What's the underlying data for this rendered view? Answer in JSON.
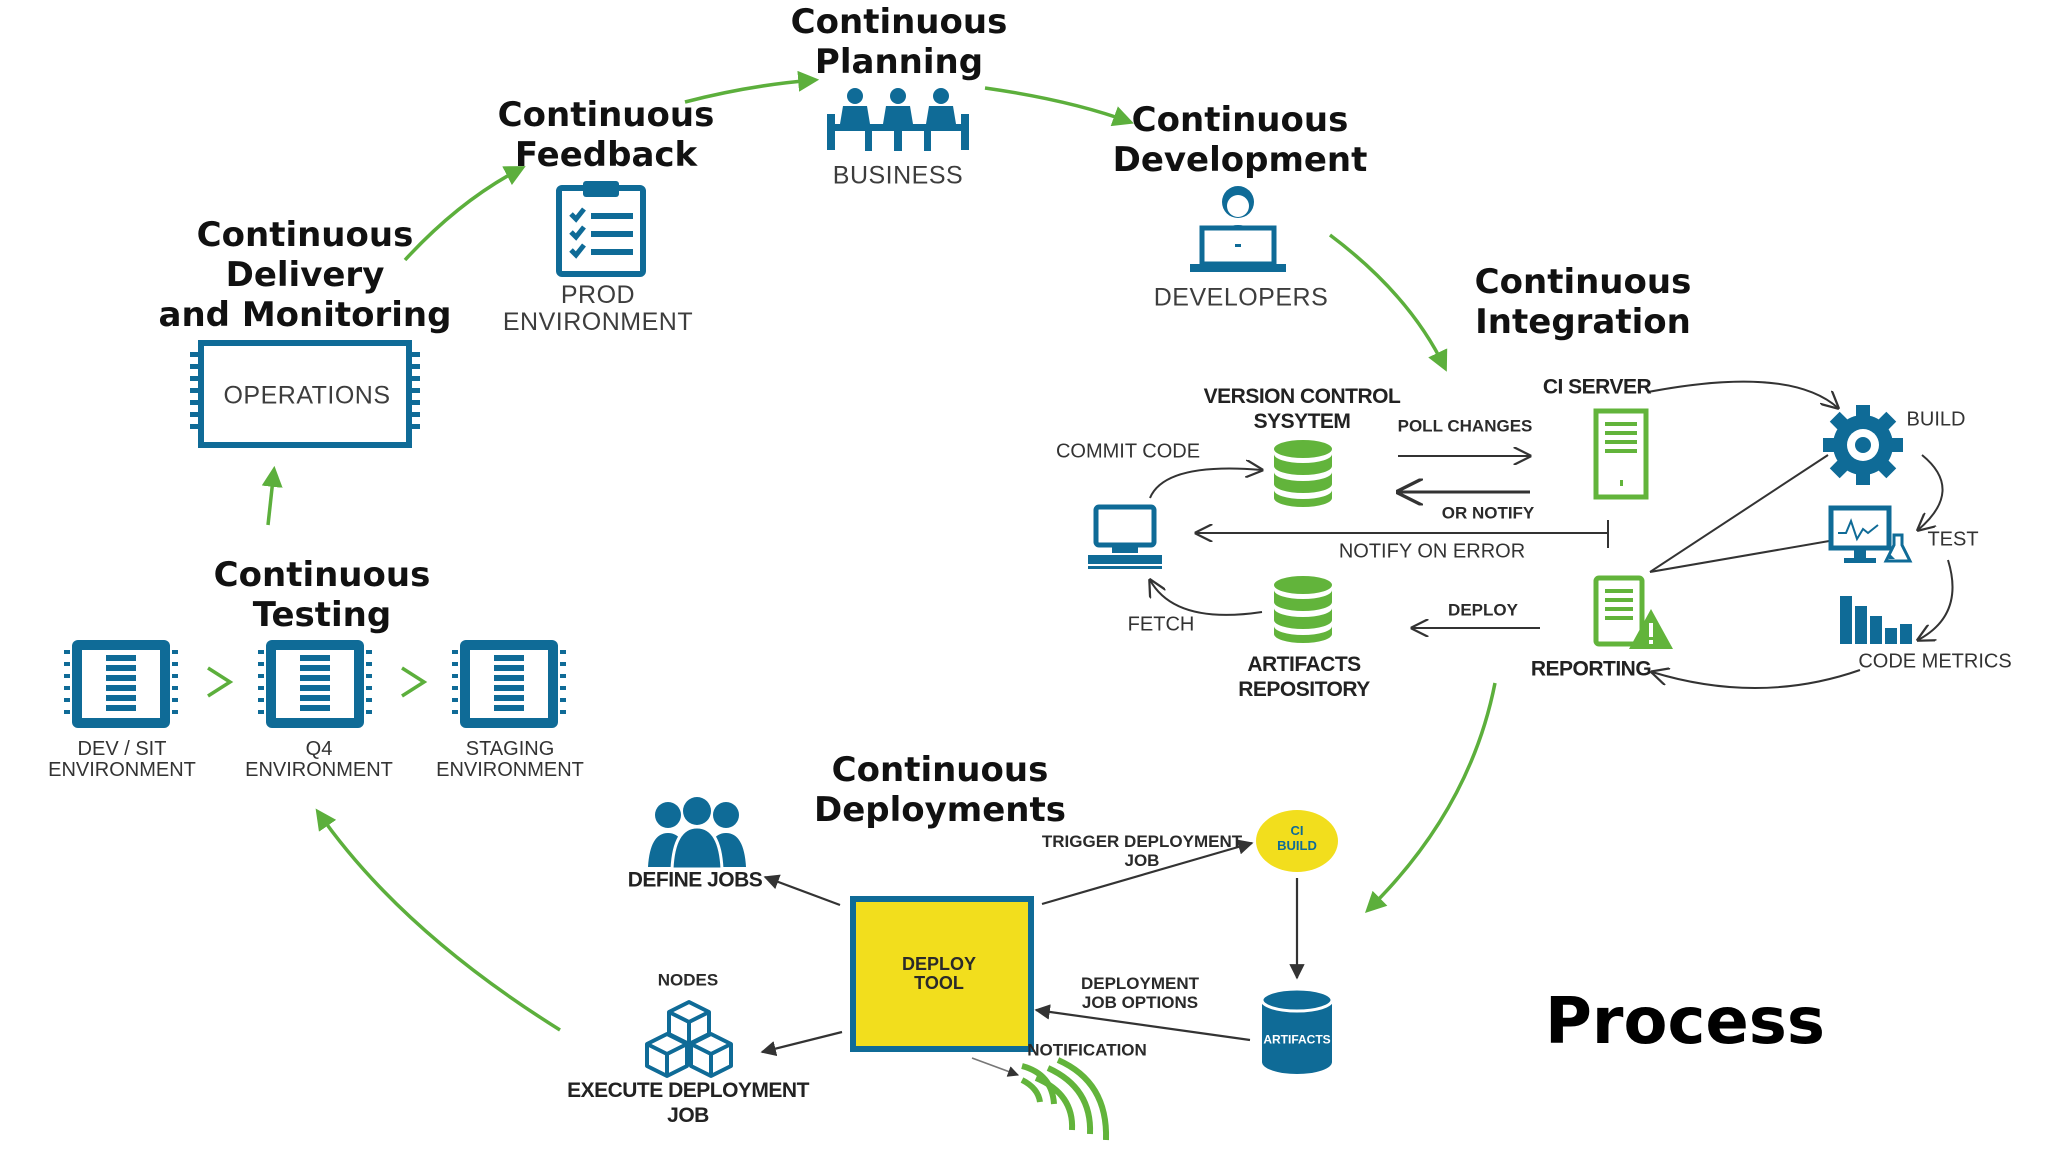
{
  "colors": {
    "blue": "#0f6b97",
    "green": "#62b43b",
    "arrow_green": "#5caf3c",
    "yellow": "#f2de1d",
    "dark": "#222222"
  },
  "planning": {
    "title": "Continuous\nPlanning",
    "label": "BUSINESS",
    "icon": "meeting-icon"
  },
  "feedback": {
    "title": "Continuous\nFeedback",
    "label": "PROD\nENVIRONMENT",
    "icon": "clipboard-icon"
  },
  "development": {
    "title": "Continuous\nDevelopment",
    "label": "DEVELOPERS",
    "icon": "developer-laptop-icon"
  },
  "delivery": {
    "title": "Continuous\nDelivery\nand Monitoring",
    "label": "OPERATIONS",
    "icon": "chip-icon"
  },
  "testing": {
    "title": "Continuous\nTesting",
    "environments": [
      {
        "label": "DEV / SIT\nENVIRONMENT"
      },
      {
        "label": "Q4\nENVIRONMENT"
      },
      {
        "label": "STAGING\nENVIRONMENT"
      }
    ]
  },
  "integration": {
    "title": "Continuous\nIntegration",
    "vcs": "VERSION CONTROL\nSYSYTEM",
    "commit": "COMMIT CODE",
    "poll": "POLL CHANGES",
    "notify": "OR NOTIFY",
    "notify_error": "NOTIFY ON ERROR",
    "ci_server": "CI SERVER",
    "build": "BUILD",
    "test": "TEST",
    "code_metrics": "CODE METRICS",
    "reporting": "REPORTING",
    "deploy": "DEPLOY",
    "fetch": "FETCH",
    "artifacts": "ARTIFACTS\nREPOSITORY"
  },
  "deployments": {
    "title": "Continuous\nDeployments",
    "define_jobs": "DEFINE JOBS",
    "nodes": "NODES",
    "execute": "EXECUTE DEPLOYMENT\nJOB",
    "deploy_tool": "DEPLOY\nTOOL",
    "trigger": "TRIGGER DEPLOYMENT\nJOB",
    "ci_build": "CI\nBUILD",
    "options": "DEPLOYMENT\nJOB OPTIONS",
    "artifacts": "ARTIFACTS",
    "notification": "NOTIFICATION"
  },
  "slide_title": "Process"
}
